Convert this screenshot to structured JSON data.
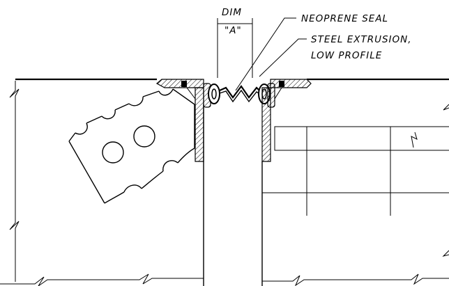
{
  "labels": {
    "dim_line1": "DIM",
    "dim_line2": "\"A\"",
    "seal": "NEOPRENE SEAL",
    "extrusion_line1": "STEEL EXTRUSION,",
    "extrusion_line2": "LOW PROFILE"
  }
}
